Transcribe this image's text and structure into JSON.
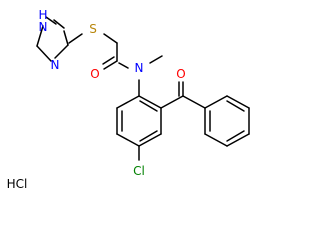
{
  "molecule": {
    "atoms": {
      "nh": "H",
      "n_ring": "N",
      "n_amide": "N",
      "n_ring_top": "N",
      "s": "S",
      "o_amide": "O",
      "o_ketone": "O",
      "cl": "Cl",
      "hcl": "HCl"
    },
    "colors": {
      "N": "#0000ff",
      "S": "#b8860b",
      "O": "#ff0000",
      "Cl": "#008000",
      "HCl": "#000000"
    }
  }
}
